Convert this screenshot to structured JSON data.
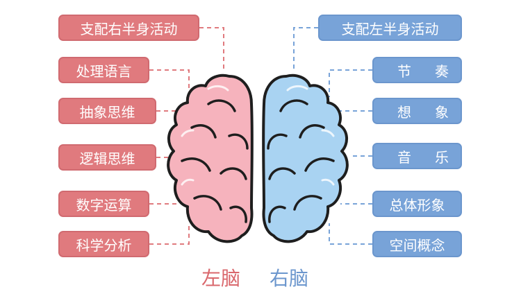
{
  "colors": {
    "left_accent": "#e07a7e",
    "right_accent": "#78a3d8",
    "left_brain_fill": "#f6b3bd",
    "right_brain_fill": "#a9d3f2",
    "outline": "#1e1e1e"
  },
  "left_functions": [
    "支配右半身活动",
    "处理语言",
    "抽象思维",
    "逻辑思维",
    "数字运算",
    "科学分析"
  ],
  "right_functions": [
    "支配左半身活动",
    "节奏",
    "想象",
    "音乐",
    "总体形象",
    "空间概念"
  ],
  "captions": {
    "left": "左脑",
    "right": "右脑"
  }
}
